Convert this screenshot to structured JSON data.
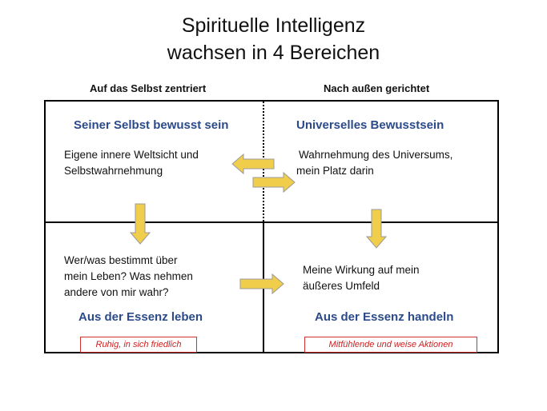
{
  "title": {
    "line1": "Spirituelle Intelligenz",
    "line2": "wachsen in 4 Bereichen"
  },
  "columns": {
    "left": "Auf das Selbst zentriert",
    "right": "Nach außen gerichtet"
  },
  "quadrants": {
    "top_left": {
      "heading": "Seiner Selbst bewusst sein",
      "line1": "Eigene innere Weltsicht und",
      "line2": "Selbstwahrnehmung"
    },
    "top_right": {
      "heading": "Universelles Bewusstsein",
      "line1": "Wahrnehmung des Universums,",
      "line2": "mein Platz darin"
    },
    "bottom_left": {
      "line1": "Wer/was bestimmt über",
      "line2": "mein Leben? Was nehmen",
      "line3": "andere von mir wahr?",
      "heading": "Aus der Essenz leben",
      "box": "Ruhig, in sich friedlich"
    },
    "bottom_right": {
      "line1": "Meine Wirkung auf mein",
      "line2": "äußeres Umfeld",
      "heading": "Aus der Essenz handeln",
      "box": "Mitfühlende und weise Aktionen"
    }
  },
  "colors": {
    "heading": "#2b4a8a",
    "arrow_fill": "#f0cd4a",
    "arrow_stroke": "#9a9a9a",
    "box_accent": "#d02020"
  }
}
